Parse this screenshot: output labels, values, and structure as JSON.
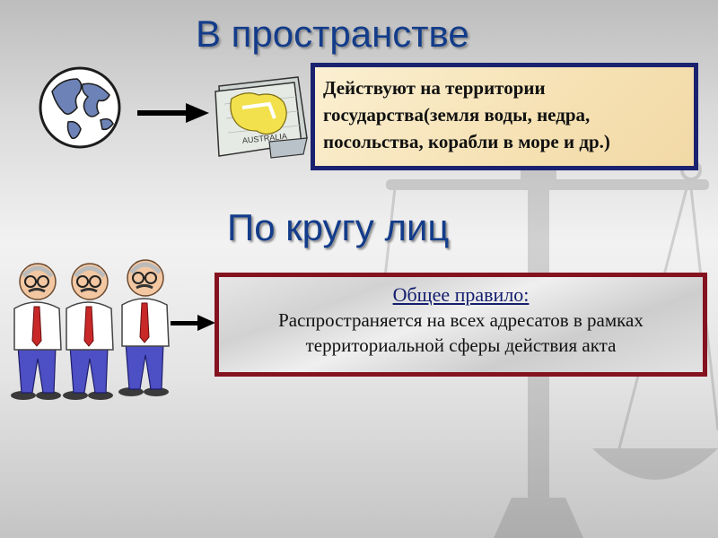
{
  "section1": {
    "title": "В пространстве",
    "box_lines": [
      "Действуют на территории",
      "государства(земля воды, недра,",
      "посольства, корабли в море и др.)"
    ],
    "map_label": "AUSTRALIA"
  },
  "section2": {
    "title": "По кругу лиц",
    "rule_header": "Общее правило:",
    "rule_lines": [
      "Распространяется на всех адресатов в рамках",
      "территориальной сферы действия акта"
    ]
  },
  "colors": {
    "title": "#133c8a",
    "box1_border": "#1a2270",
    "box2_border": "#84121f"
  },
  "icons": {
    "globe": "globe-icon",
    "map": "map-icon",
    "people": "businessmen-icon",
    "arrow": "arrow-right-icon",
    "background": "scales-icon"
  }
}
